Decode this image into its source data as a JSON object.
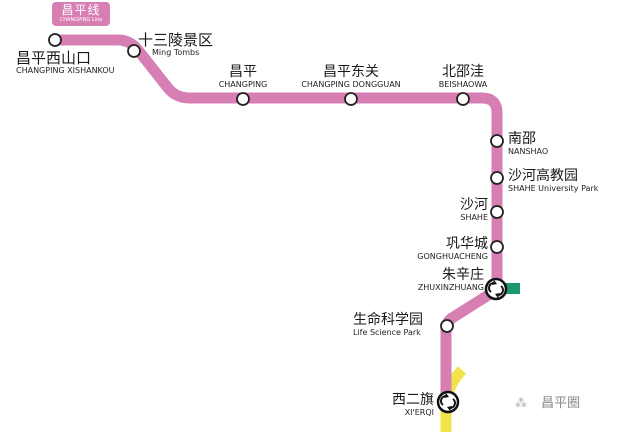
{
  "line": {
    "name_cn": "昌平线",
    "name_en": "CHANGPING Line",
    "color": "#d77fb3"
  },
  "colors": {
    "changping_line": "#d77fb3",
    "line13": "#f1e44a",
    "line8": "#1a9a6a",
    "station_fill": "#ffffff",
    "station_stroke": "#222222"
  },
  "stations": [
    {
      "cn": "昌平西山口",
      "en": "CHANGPING XISHANKOU",
      "transfer": false
    },
    {
      "cn": "十三陵景区",
      "en": "Ming Tombs",
      "transfer": false
    },
    {
      "cn": "昌平",
      "en": "CHANGPING",
      "transfer": false
    },
    {
      "cn": "昌平东关",
      "en": "CHANGPING DONGGUAN",
      "transfer": false
    },
    {
      "cn": "北邵洼",
      "en": "BEISHAOWA",
      "transfer": false
    },
    {
      "cn": "南邵",
      "en": "NANSHAO",
      "transfer": false
    },
    {
      "cn": "沙河高教园",
      "en": "SHAHE University Park",
      "transfer": false
    },
    {
      "cn": "沙河",
      "en": "SHAHE",
      "transfer": false
    },
    {
      "cn": "巩华城",
      "en": "GONGHUACHENG",
      "transfer": false
    },
    {
      "cn": "朱辛庄",
      "en": "ZHUXINZHUANG",
      "transfer": true
    },
    {
      "cn": "生命科学园",
      "en": "Life Science Park",
      "transfer": false
    },
    {
      "cn": "西二旗",
      "en": "XI'ERQI",
      "transfer": true
    }
  ],
  "watermark": {
    "icon": "wechat-official-account-icon",
    "text": "昌平圈"
  }
}
